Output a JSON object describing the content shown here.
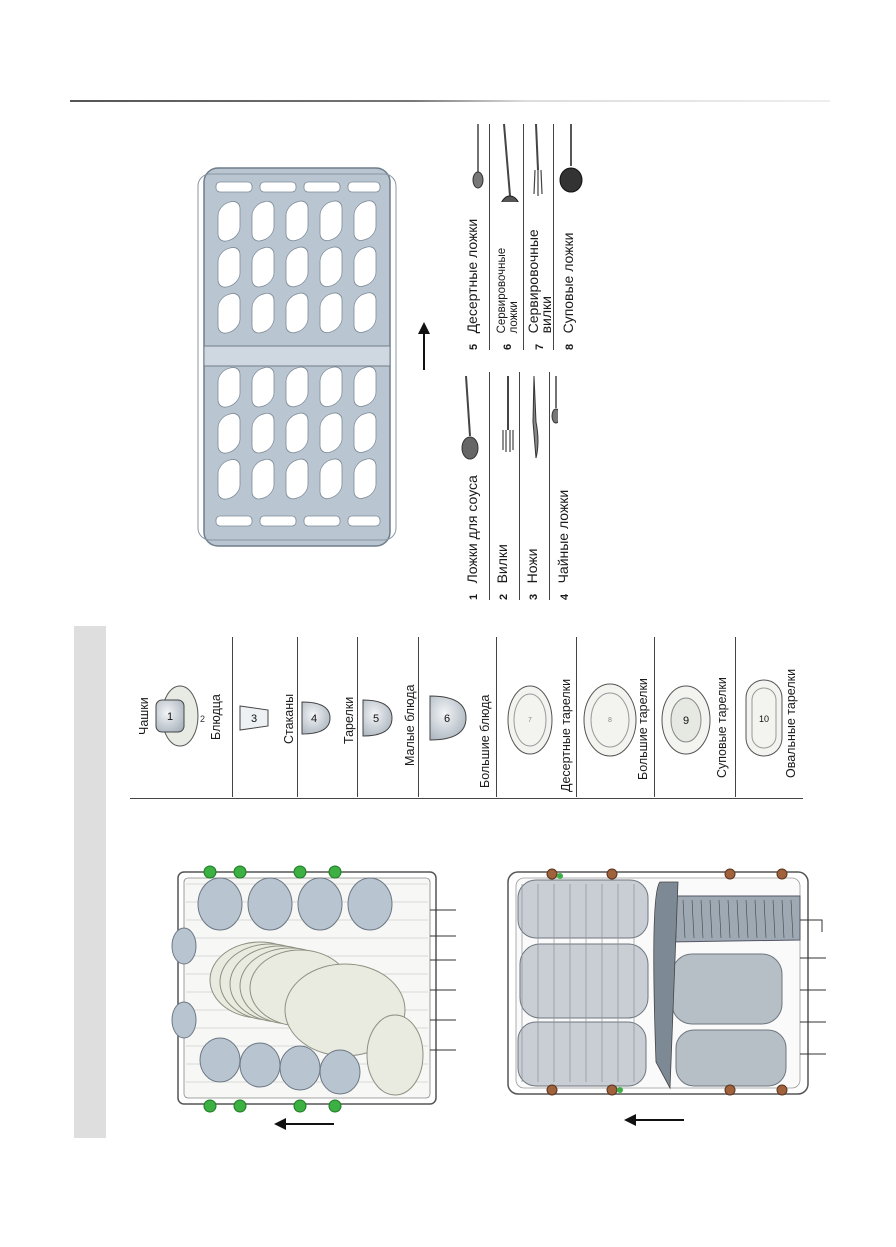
{
  "header": {
    "rule": true
  },
  "cutlery": {
    "left_items": [
      {
        "num": "1",
        "label": "Ложки для соуса",
        "icon": "sauce-spoon-icon"
      },
      {
        "num": "2",
        "label": "Вилки",
        "icon": "fork-icon"
      },
      {
        "num": "3",
        "label": "Ножи",
        "icon": "knife-icon"
      },
      {
        "num": "4",
        "label": "Чайные ложки",
        "icon": "teaspoon-icon"
      }
    ],
    "right_items": [
      {
        "num": "5",
        "label": "Десертные ложки",
        "icon": "dessert-spoon-icon"
      },
      {
        "num": "6",
        "label_l1": "Сервировочные",
        "label_l2": "ложки",
        "icon": "serving-spoon-icon"
      },
      {
        "num": "7",
        "label_l1": "Сервировочные",
        "label_l2": "вилки",
        "icon": "serving-fork-icon"
      },
      {
        "num": "8",
        "label": "Суповые ложки",
        "icon": "soup-spoon-icon"
      }
    ]
  },
  "dishes": [
    {
      "num": "1",
      "label": "Чашки",
      "icon": "cup-icon"
    },
    {
      "num": "2",
      "label": "Блюдца",
      "icon": "saucer-icon"
    },
    {
      "num": "3",
      "label": "Стаканы",
      "icon": "glass-icon"
    },
    {
      "num": "4",
      "label": "Тарелки",
      "icon": "bowl-icon"
    },
    {
      "num": "5",
      "label": "Малые блюда",
      "icon": "small-dish-icon"
    },
    {
      "num": "6",
      "label": "Большие блюда",
      "icon": "large-dish-icon"
    },
    {
      "num": "7",
      "label": "Десертные тарелки",
      "icon": "dessert-plate-icon"
    },
    {
      "num": "8",
      "label": "Большие тарелки",
      "icon": "large-plate-icon"
    },
    {
      "num": "9",
      "label": "Суповые тарелки",
      "icon": "soup-plate-icon"
    },
    {
      "num": "10",
      "label": "Овальные тарелки",
      "icon": "oval-plate-icon"
    }
  ],
  "colors": {
    "tray_fill": "#b9c6d2",
    "tray_stroke": "#6f7d8a",
    "dish_fill": "#cfd7df",
    "plate_fill": "#e8ebe4",
    "clip_green": "#3cb043",
    "rack_wire": "#555555"
  }
}
